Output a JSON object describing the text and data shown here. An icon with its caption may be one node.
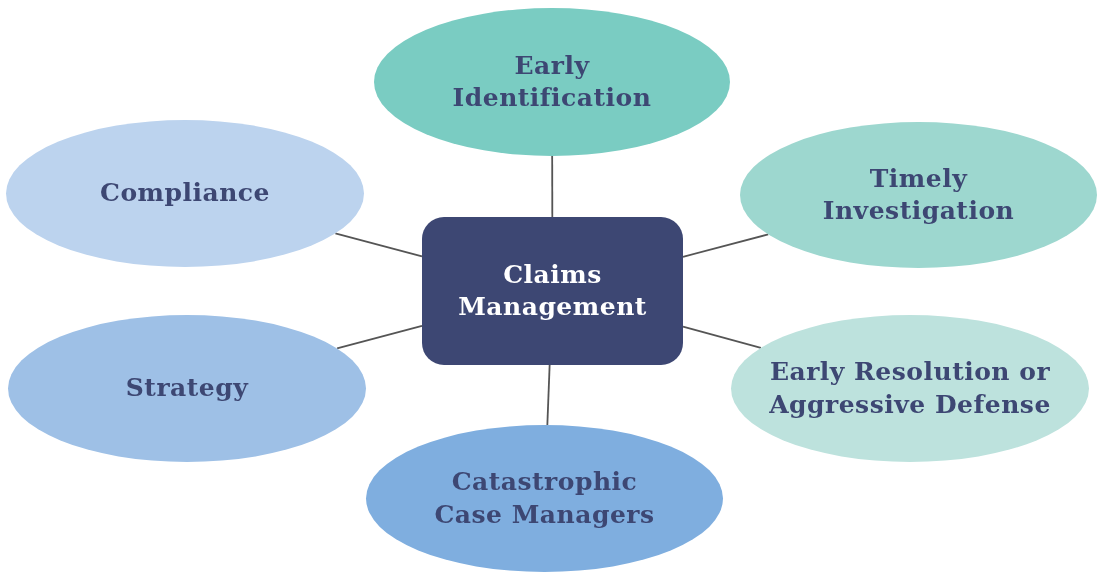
{
  "diagram": {
    "nodes": [
      {
        "text": [
          "Claims Management"
        ]
      },
      {
        "text": [
          "Early Identification"
        ]
      },
      {
        "text": [
          "Timely Investigation"
        ]
      },
      {
        "text": [
          "Early Resolution or Aggressive Defense"
        ]
      },
      {
        "text": [
          "Catastrophic Case Managers"
        ]
      },
      {
        "text": [
          "Strategy"
        ]
      },
      {
        "text": [
          "Compliance"
        ]
      }
    ],
    "edges": [
      {
        "from": 0,
        "to": 1,
        "arrow": "none"
      },
      {
        "from": 0,
        "to": 2,
        "arrow": "none"
      },
      {
        "from": 0,
        "to": 3,
        "arrow": "none"
      },
      {
        "from": 0,
        "to": 4,
        "arrow": "none"
      },
      {
        "from": 0,
        "to": 5,
        "arrow": "none"
      },
      {
        "from": 0,
        "to": 6,
        "arrow": "none"
      }
    ]
  }
}
